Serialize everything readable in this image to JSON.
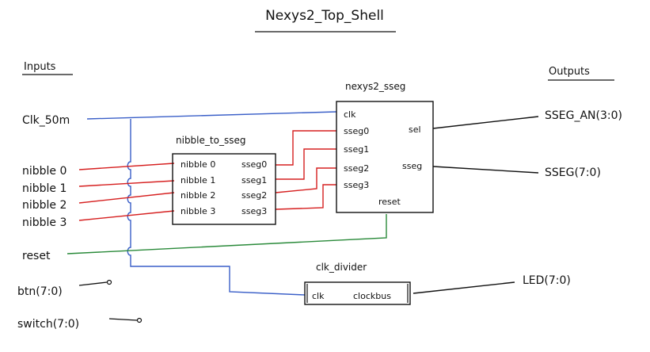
{
  "title": "Nexys2_Top_Shell",
  "headers": {
    "inputs": "Inputs",
    "outputs": "Outputs"
  },
  "inputs": {
    "clk": "Clk_50m",
    "nibbles": [
      "nibble 0",
      "nibble 1",
      "nibble 2",
      "nibble 3"
    ],
    "reset": "reset",
    "btn": "btn(7:0)",
    "switch": "switch(7:0)"
  },
  "blocks": {
    "nibble_to_sseg": {
      "name": "nibble_to_sseg",
      "inputs": [
        "nibble 0",
        "nibble 1",
        "nibble 2",
        "nibble 3"
      ],
      "outputs": [
        "sseg0",
        "sseg1",
        "sseg2",
        "sseg3"
      ]
    },
    "nexys2_sseg": {
      "name": "nexys2_sseg",
      "inputs": [
        "clk",
        "sseg0",
        "sseg1",
        "sseg2",
        "sseg3"
      ],
      "outputs": [
        "sel",
        "sseg"
      ],
      "reset_port": "reset"
    },
    "clk_divider": {
      "name": "clk_divider",
      "input": "clk",
      "output": "clockbus"
    }
  },
  "outputs": {
    "an": "SSEG_AN(3:0)",
    "seg": "SSEG(7:0)",
    "led": "LED(7:0)"
  },
  "colors": {
    "clock": "#3a5fc8",
    "data": "#d62020",
    "reset": "#2a8a3a",
    "ink": "#111111"
  }
}
